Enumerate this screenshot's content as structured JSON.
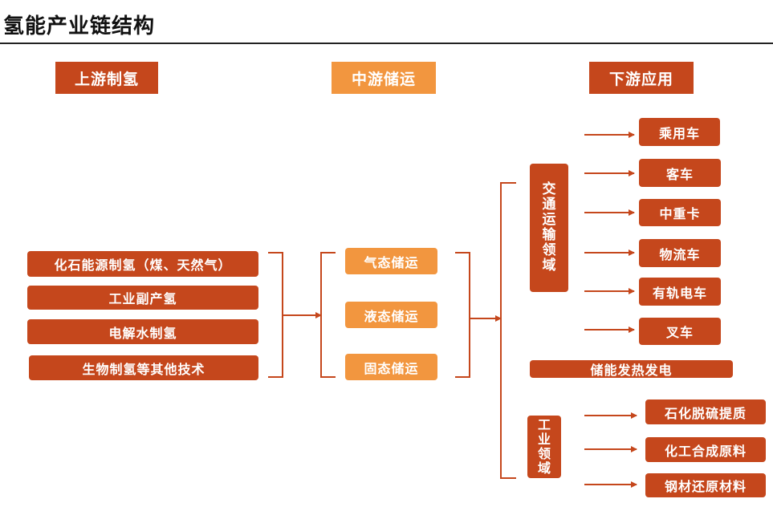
{
  "title": "氢能产业链结构",
  "headers": {
    "upstream": "上游制氢",
    "midstream": "中游储运",
    "downstream": "下游应用"
  },
  "upstream_items": [
    "化石能源制氢（煤、天然气）",
    "工业副产氢",
    "电解水制氢",
    "生物制氢等其他技术"
  ],
  "midstream_items": [
    "气态储运",
    "液态储运",
    "固态储运"
  ],
  "downstream": {
    "transport_label": [
      "交",
      "通",
      "运",
      "输",
      "领",
      "域"
    ],
    "transport_items": [
      "乘用车",
      "客车",
      "中重卡",
      "物流车",
      "有轨电车",
      "叉车"
    ],
    "energy_storage": "储能发热发电",
    "industry_label": [
      "工",
      "业",
      "领",
      "域"
    ],
    "industry_items": [
      "石化脱硫提质",
      "化工合成原料",
      "钢材还原材料"
    ]
  },
  "colors": {
    "dark_red": "#c5471c",
    "orange": "#f2963f",
    "arrow": "#c5471c",
    "bracket": "#c5471c"
  }
}
